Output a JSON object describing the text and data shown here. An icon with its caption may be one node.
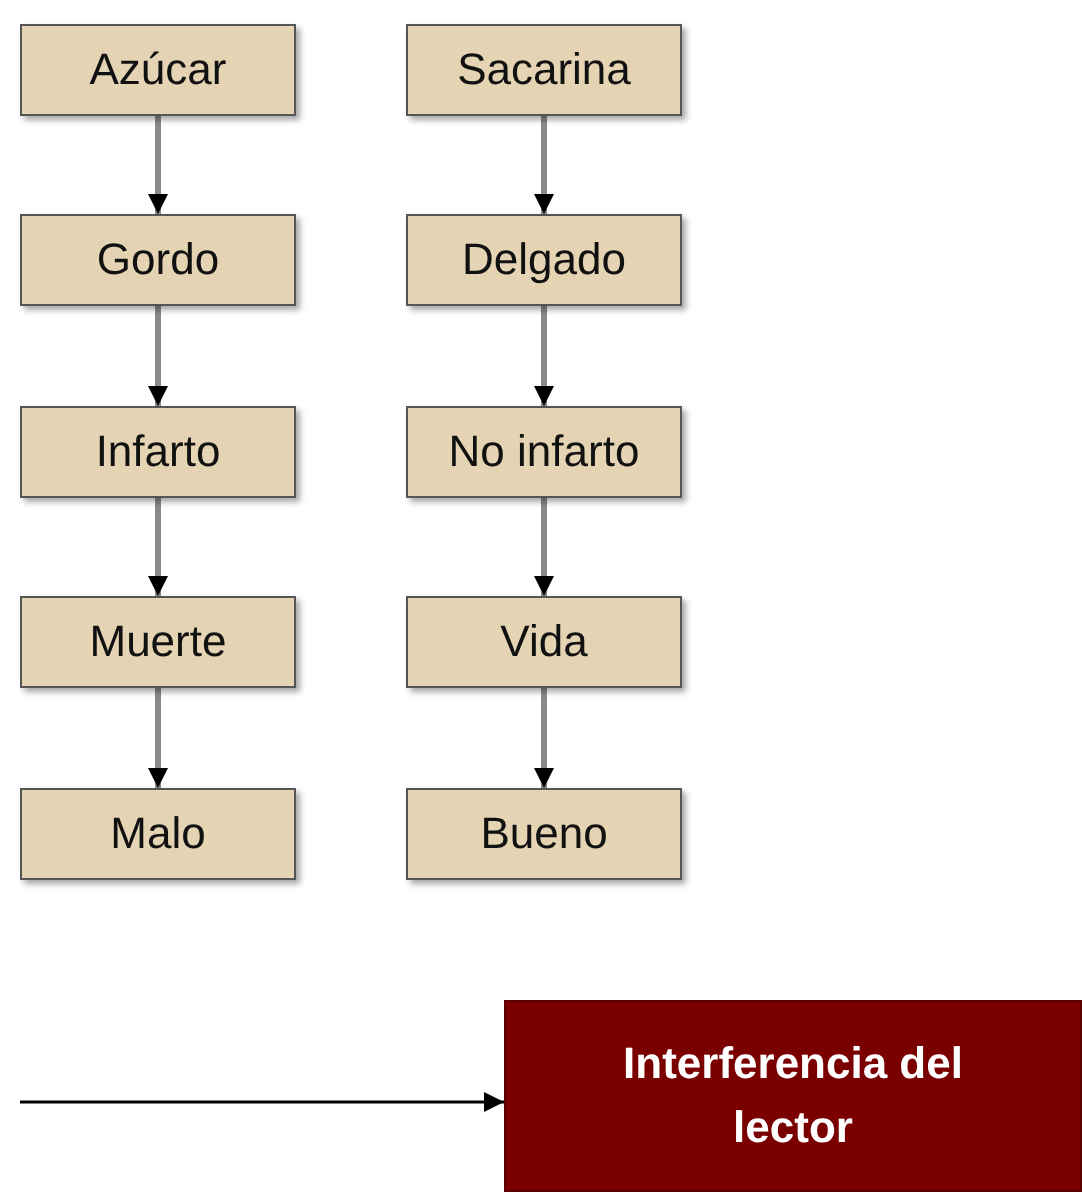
{
  "diagram": {
    "nodes": [
      {
        "text": [
          "Azúcar"
        ]
      },
      {
        "text": [
          "Gordo"
        ]
      },
      {
        "text": [
          "Infarto"
        ]
      },
      {
        "text": [
          "Muerte"
        ]
      },
      {
        "text": [
          "Malo"
        ]
      },
      {
        "text": [
          "Sacarina"
        ]
      },
      {
        "text": [
          "Delgado"
        ]
      },
      {
        "text": [
          "No infarto"
        ]
      },
      {
        "text": [
          "Vida"
        ]
      },
      {
        "text": [
          "Bueno"
        ]
      },
      {
        "text": [
          "Interferencia del lector"
        ]
      }
    ],
    "edges": [
      {
        "from": 0,
        "to": 1,
        "arrow": "to"
      },
      {
        "from": 1,
        "to": 2,
        "arrow": "to"
      },
      {
        "from": 2,
        "to": 3,
        "arrow": "to"
      },
      {
        "from": 3,
        "to": 4,
        "arrow": "to"
      },
      {
        "from": 5,
        "to": 6,
        "arrow": "to"
      },
      {
        "from": 6,
        "to": 7,
        "arrow": "to"
      },
      {
        "from": 7,
        "to": 8,
        "arrow": "to"
      },
      {
        "from": 8,
        "to": 9,
        "arrow": "to"
      },
      {
        "from": null,
        "to": 10,
        "arrow": "to",
        "color": "#000000"
      }
    ]
  }
}
